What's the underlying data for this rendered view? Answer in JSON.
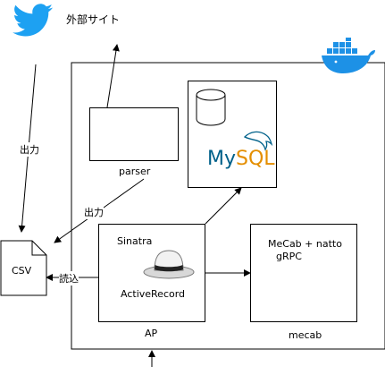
{
  "external": {
    "label": "外部サイト"
  },
  "edges": {
    "output_top": "出力",
    "output_mid": "出力",
    "read": "読込"
  },
  "parser": {
    "label": "parser"
  },
  "mysql": {
    "wordmark_my": "My",
    "wordmark_sql": "SQL"
  },
  "ap": {
    "framework": "Sinatra",
    "orm": "ActiveRecord",
    "label": "AP"
  },
  "mecab": {
    "line1": "MeCab + natto",
    "line2": "gRPC",
    "label": "mecab"
  },
  "csv": {
    "label": "CSV"
  },
  "colors": {
    "twitter": "#1DA1F2",
    "docker": "#1D91E6",
    "mysql_blue": "#00618A",
    "mysql_orange": "#E48E00"
  }
}
